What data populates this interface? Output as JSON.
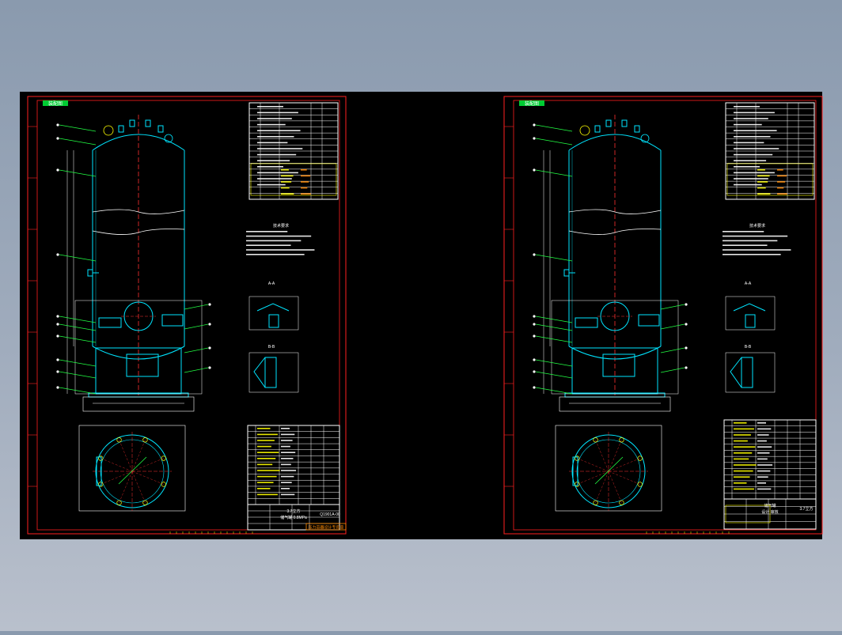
{
  "viewer": {
    "background_top": "#8a9aae",
    "background_bottom": "#b9c0cc",
    "drawing_background": "#000000"
  },
  "colors": {
    "frame": "#ff2020",
    "outline": "#00e5ff",
    "centerline": "#ff3030",
    "leader": "#22ff44",
    "text": "#ffffff",
    "table_line": "#ffffff",
    "highlight": "#ffff00",
    "accent": "#ff8a00",
    "label_bg": "#00cc33"
  },
  "sheets": [
    {
      "id": "sheet-left",
      "sheet_tag": "装配图",
      "title_block": {
        "drawing_no": "Q1901A-00",
        "line1": "3.7立方",
        "line2": "储气罐 0.8MPa",
        "stamp": "压力容器设计专用章"
      },
      "section_a": "A-A",
      "section_b": "B-B",
      "notes_title": "技术要求"
    },
    {
      "id": "sheet-right",
      "sheet_tag": "装配图",
      "title_block": {
        "drawing_no": "3.7立方",
        "line1": "储气罐",
        "line2": "设计 审核",
        "stamp": ""
      },
      "section_a": "A-A",
      "section_b": "B-B",
      "notes_title": "技术要求"
    }
  ]
}
